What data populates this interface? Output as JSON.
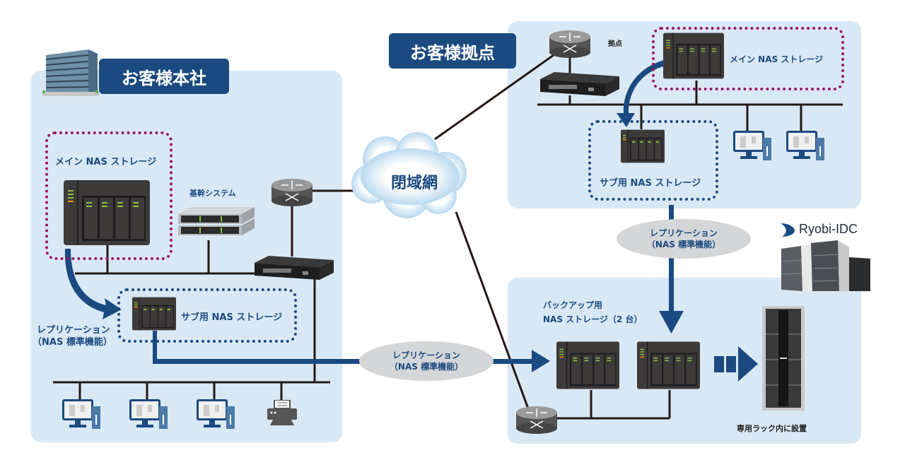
{
  "headquarters": {
    "title": "お客様本社",
    "main_nas_label": "メイン NAS ストレージ",
    "core_system_label": "基幹システム",
    "sub_nas_label": "サブ用 NAS ストレージ",
    "replication_line1": "レプリケーション",
    "replication_line2": "（NAS 標準機能）"
  },
  "cloud": {
    "label": "閉域網"
  },
  "branch": {
    "title": "お客様拠点",
    "router_label": "拠点",
    "main_nas_label": "メイン NAS ストレージ",
    "sub_nas_label": "サブ用 NAS ストレージ"
  },
  "replication_center": {
    "line1": "レプリケーション",
    "line2": "（NAS 標準機能）"
  },
  "replication_right": {
    "line1": "レプリケーション",
    "line2": "（NAS 標準機能）"
  },
  "datacenter": {
    "brand": "Ryobi-IDC",
    "backup_line1": "バックアップ用",
    "backup_line2": "NAS ストレージ（2 台）",
    "rack_label": "専用ラック内に設置"
  },
  "colors": {
    "navy": "#1b4a80",
    "panel": "#d9e8f5",
    "dotted_main": "#9b1563",
    "line": "#231815"
  }
}
